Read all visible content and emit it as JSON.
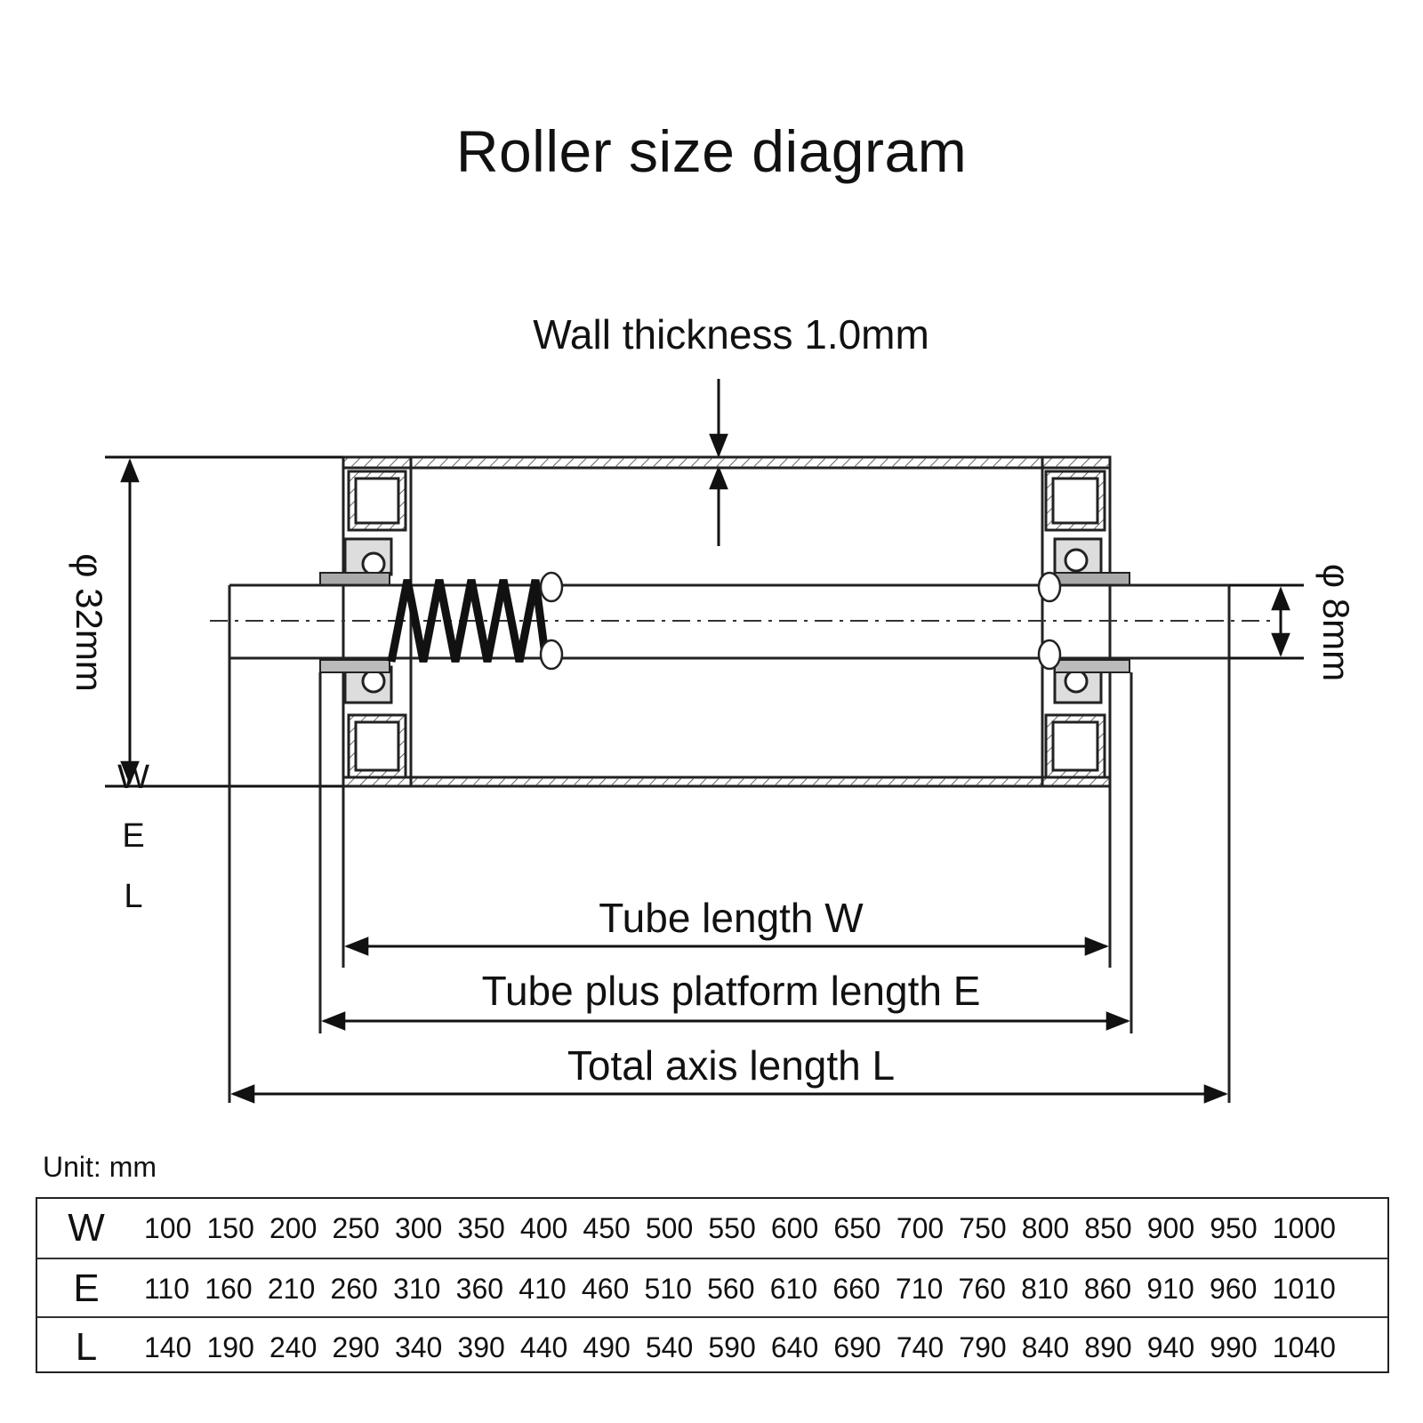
{
  "title": "Roller size diagram",
  "labels": {
    "wall_thickness": "Wall thickness 1.0mm",
    "outer_diameter": "φ 32mm",
    "shaft_diameter": "φ 8mm",
    "tube_length": "Tube length W",
    "platform_length": "Tube plus platform length E",
    "total_length": "Total axis length L",
    "legend_w": "W",
    "legend_e": "E",
    "legend_l": "L"
  },
  "table": {
    "unit_label": "Unit: mm",
    "rows": [
      {
        "key": "W",
        "values": [
          "100",
          "150",
          "200",
          "250",
          "300",
          "350",
          "400",
          "450",
          "500",
          "550",
          "600",
          "650",
          "700",
          "750",
          "800",
          "850",
          "900",
          "950",
          "1000"
        ]
      },
      {
        "key": "E",
        "values": [
          "110",
          "160",
          "210",
          "260",
          "310",
          "360",
          "410",
          "460",
          "510",
          "560",
          "610",
          "660",
          "710",
          "760",
          "810",
          "860",
          "910",
          "960",
          "1010"
        ]
      },
      {
        "key": "L",
        "values": [
          "140",
          "190",
          "240",
          "290",
          "340",
          "390",
          "440",
          "490",
          "540",
          "590",
          "640",
          "690",
          "740",
          "790",
          "840",
          "890",
          "940",
          "990",
          "1040"
        ]
      }
    ]
  },
  "colors": {
    "line": "#222222",
    "background": "#ffffff"
  }
}
